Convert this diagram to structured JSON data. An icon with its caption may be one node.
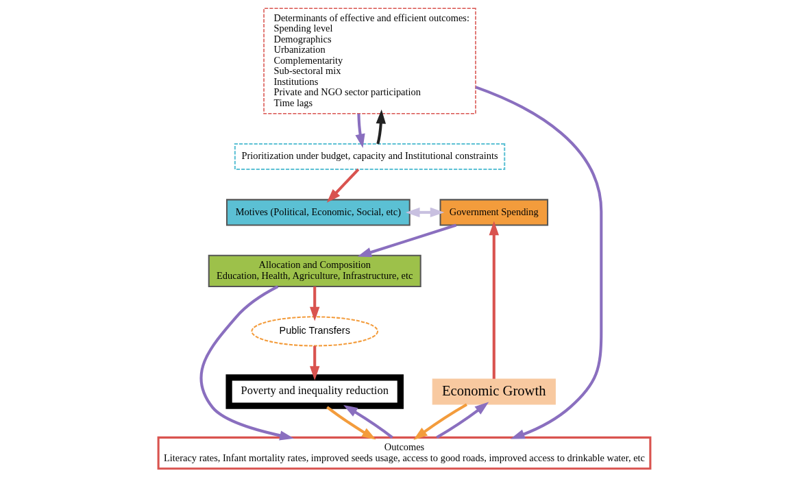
{
  "diagram": {
    "nodes": [
      {
        "text": [
          "Motives (Political, Economic, Social, etc)"
        ]
      },
      {
        "text": [
          "Government Spending"
        ]
      },
      {
        "text": [
          "Prioritization under budget, capacity and Institutional constraints"
        ]
      },
      {
        "text": [
          "Allocation and Composition",
          "Education, Health, Agriculture, Infrastructure, etc"
        ]
      },
      {
        "text": [
          "Determinants of effective and efficient outcomes:",
          "Spending level",
          "Demographics",
          "Urbanization",
          "Complementarity",
          "Sub-sectoral mix",
          "Institutions",
          "Private and NGO sector participation",
          "Time lags"
        ]
      },
      {
        "text": [
          "Public Transfers"
        ]
      },
      {
        "text": [
          "Outcomes",
          "Literacy rates, Infant mortality rates, improved seeds usage, access to good roads, improved access to drinkable water, etc"
        ]
      },
      {
        "text": [
          "Economic Growth"
        ]
      },
      {
        "text": [
          "Poverty and inequality reduction"
        ]
      }
    ],
    "edges": [
      {
        "from": 0,
        "to": 1,
        "arrow": "both",
        "color": "#c8c0e0"
      },
      {
        "from": 1,
        "to": 3,
        "arrow": "to"
      },
      {
        "from": 2,
        "to": 0,
        "arrow": "to",
        "color": "#d9534f"
      },
      {
        "from": 2,
        "to": 4,
        "arrow": "to",
        "color": "#222222"
      },
      {
        "from": 4,
        "to": 2,
        "arrow": "to"
      },
      {
        "from": 3,
        "to": 5,
        "arrow": "to",
        "color": "#d9534f"
      },
      {
        "from": 5,
        "to": 8,
        "arrow": "to",
        "color": "#d9534f"
      },
      {
        "from": 3,
        "to": 6,
        "arrow": "to"
      },
      {
        "from": 4,
        "to": 6,
        "arrow": "to"
      },
      {
        "from": 7,
        "to": 1,
        "arrow": "to",
        "color": "#d9534f"
      },
      {
        "from": 6,
        "to": 7,
        "arrow": "to"
      },
      {
        "from": 7,
        "to": 6,
        "arrow": "to",
        "color": "#f39c3c"
      },
      {
        "from": 6,
        "to": 8,
        "arrow": "to"
      },
      {
        "from": 8,
        "to": 6,
        "arrow": "to",
        "color": "#f39c3c"
      }
    ]
  }
}
